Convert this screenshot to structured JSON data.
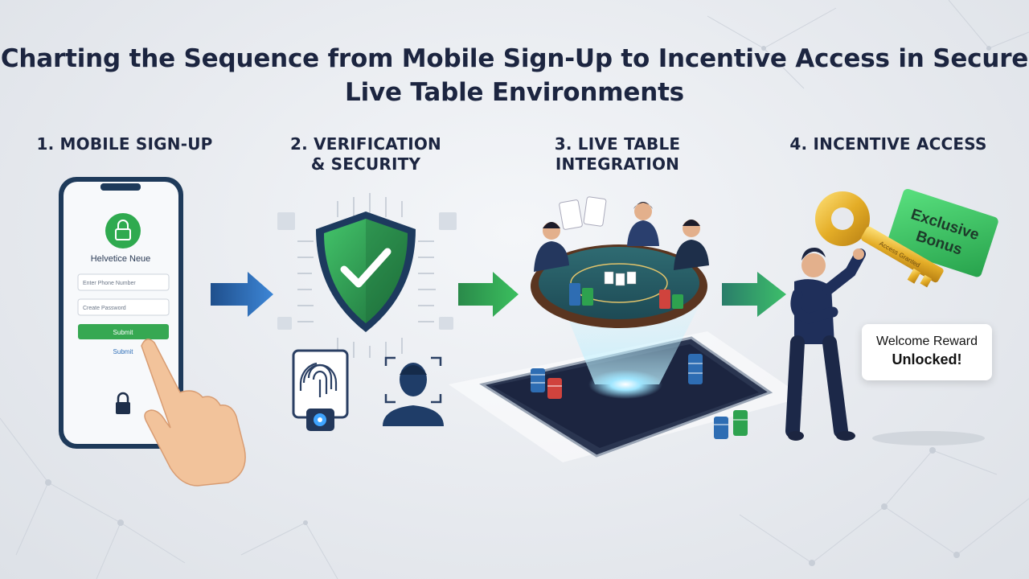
{
  "title": "Charting the Sequence from Mobile Sign-Up to Incentive Access in Secure Live Table Environments",
  "steps": [
    {
      "label_line1": "1. MOBILE SIGN-UP",
      "label_line2": ""
    },
    {
      "label_line1": "2. VERIFICATION",
      "label_line2": "& SECURITY"
    },
    {
      "label_line1": "3. LIVE TABLE",
      "label_line2": "INTEGRATION"
    },
    {
      "label_line1": "4. INCENTIVE ACCESS",
      "label_line2": ""
    }
  ],
  "phone": {
    "app_name": "Helvetice Neue",
    "phone_placeholder": "Enter Phone Number",
    "password_placeholder": "Create Password",
    "submit_button": "Submit",
    "submit_link": "Submit"
  },
  "incentive": {
    "bonus_line1": "Exclusive",
    "bonus_line2": "Bonus",
    "key_text": "Access Granted",
    "reward_line1": "Welcome Reward",
    "reward_line2": "Unlocked!"
  },
  "colors": {
    "navy": "#1c2540",
    "arrow_blue": "#2f6fb8",
    "arrow_green": "#2fa84f",
    "shield_green": "#2e9b4a",
    "bonus_green": "#3cc766",
    "key_gold": "#e5b52e"
  },
  "icons": [
    "lock-icon",
    "shield-check-icon",
    "fingerprint-icon",
    "face-scan-icon",
    "key-icon"
  ]
}
